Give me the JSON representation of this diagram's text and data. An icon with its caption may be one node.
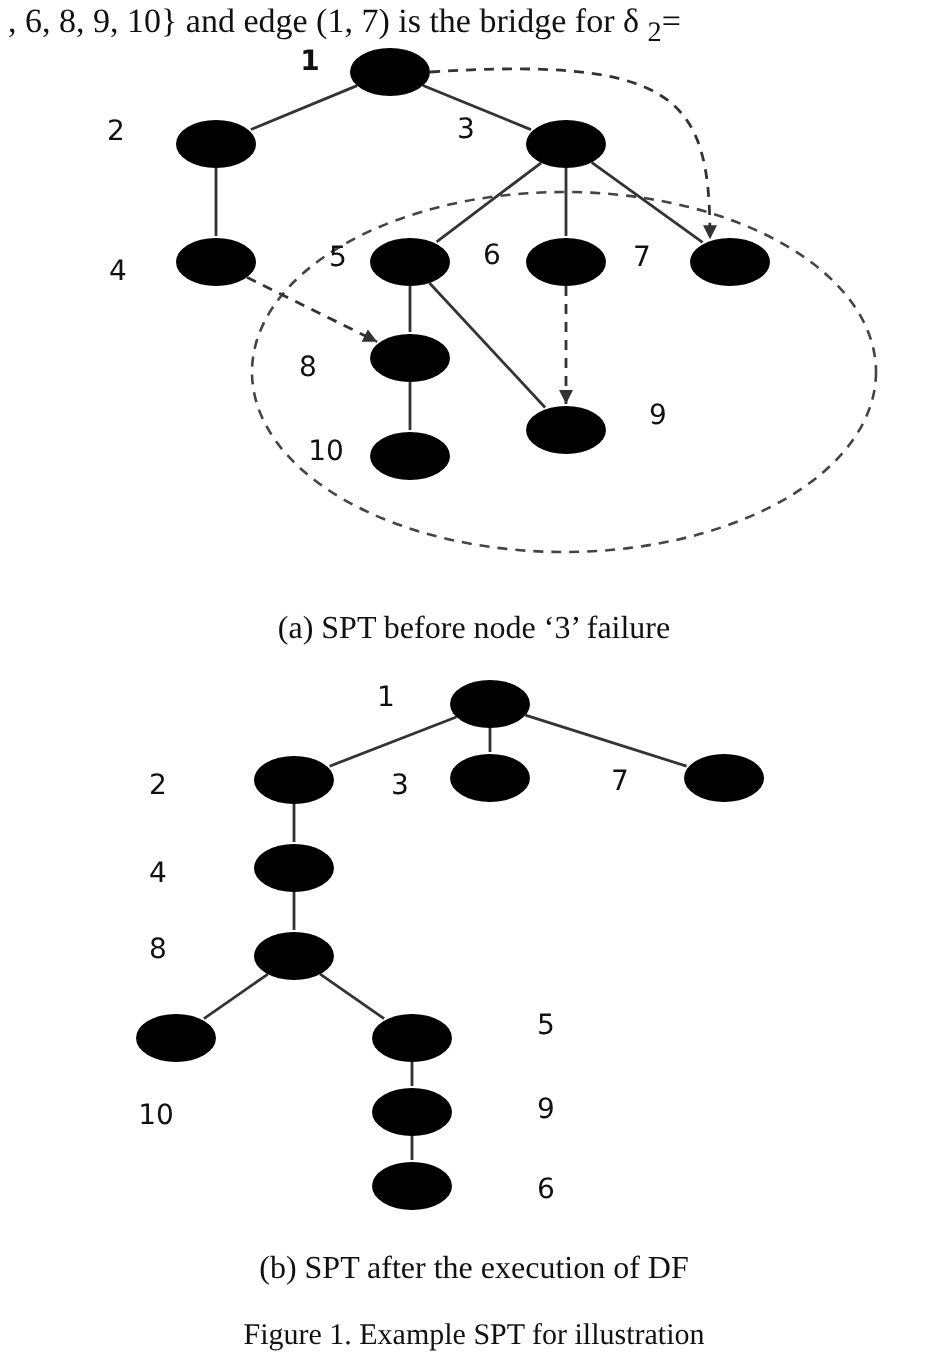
{
  "diagram": {
    "caption": "Figure 1. Example SPT for illustration",
    "nodes": [
      {
        "text": [],
        "shape": "ellipse",
        "beside": [
          "1"
        ]
      },
      {
        "text": [],
        "shape": "ellipse",
        "beside": [
          "2"
        ]
      },
      {
        "text": [],
        "shape": "ellipse",
        "beside": [
          "3"
        ]
      },
      {
        "text": [],
        "shape": "ellipse",
        "beside": [
          "4"
        ]
      },
      {
        "text": [],
        "shape": "ellipse",
        "beside": [
          "5"
        ]
      },
      {
        "text": [],
        "shape": "ellipse",
        "beside": [
          "6"
        ]
      },
      {
        "text": [],
        "shape": "ellipse",
        "beside": [
          "7"
        ]
      },
      {
        "text": [],
        "shape": "ellipse",
        "beside": [
          "8"
        ]
      },
      {
        "text": [],
        "shape": "ellipse",
        "beside": [
          "9"
        ]
      },
      {
        "text": [],
        "shape": "ellipse",
        "beside": [
          "10"
        ]
      },
      {
        "text": [],
        "shape": "ellipse",
        "beside": [
          "1"
        ]
      },
      {
        "text": [],
        "shape": "ellipse",
        "beside": [
          "2"
        ]
      },
      {
        "text": [],
        "shape": "ellipse",
        "beside": [
          "3"
        ]
      },
      {
        "text": [],
        "shape": "ellipse",
        "beside": [
          "7"
        ]
      },
      {
        "text": [],
        "shape": "ellipse",
        "beside": [
          "4"
        ]
      },
      {
        "text": [],
        "shape": "ellipse",
        "beside": [
          "8"
        ]
      },
      {
        "text": [],
        "shape": "ellipse",
        "beside": [
          "10"
        ]
      },
      {
        "text": [],
        "shape": "ellipse",
        "beside": [
          "5"
        ]
      },
      {
        "text": [],
        "shape": "ellipse",
        "beside": [
          "9"
        ]
      },
      {
        "text": [],
        "shape": "ellipse",
        "beside": [
          "6"
        ]
      }
    ],
    "edges": [
      {
        "from": 0,
        "to": 1,
        "arrow": "none"
      },
      {
        "from": 0,
        "to": 2,
        "arrow": "none"
      },
      {
        "from": 1,
        "to": 3,
        "arrow": "none"
      },
      {
        "from": 2,
        "to": 4,
        "arrow": "none"
      },
      {
        "from": 2,
        "to": 5,
        "arrow": "none"
      },
      {
        "from": 2,
        "to": 6,
        "arrow": "none"
      },
      {
        "from": 4,
        "to": 7,
        "arrow": "none"
      },
      {
        "from": 4,
        "to": 8,
        "arrow": "none"
      },
      {
        "from": 7,
        "to": 9,
        "arrow": "none"
      },
      {
        "from": 0,
        "to": 6,
        "arrow": "to",
        "style": "dashed"
      },
      {
        "from": 3,
        "to": 7,
        "arrow": "to",
        "style": "dashed"
      },
      {
        "from": 5,
        "to": 8,
        "arrow": "to",
        "style": "dashed"
      },
      {
        "from": 10,
        "to": 11,
        "arrow": "none"
      },
      {
        "from": 10,
        "to": 12,
        "arrow": "none"
      },
      {
        "from": 10,
        "to": 13,
        "arrow": "none"
      },
      {
        "from": 11,
        "to": 14,
        "arrow": "none"
      },
      {
        "from": 14,
        "to": 15,
        "arrow": "none"
      },
      {
        "from": 15,
        "to": 16,
        "arrow": "none"
      },
      {
        "from": 15,
        "to": 17,
        "arrow": "none"
      },
      {
        "from": 17,
        "to": 18,
        "arrow": "none"
      },
      {
        "from": 18,
        "to": 19,
        "arrow": "none"
      }
    ],
    "labels": [
      ", 6, 8, 9, 10} and edge (1, 7) is the bridge for δ $_{2}$=",
      "(a) SPT before node ‘3’ failure",
      "(b) SPT after the execution of DF"
    ]
  }
}
